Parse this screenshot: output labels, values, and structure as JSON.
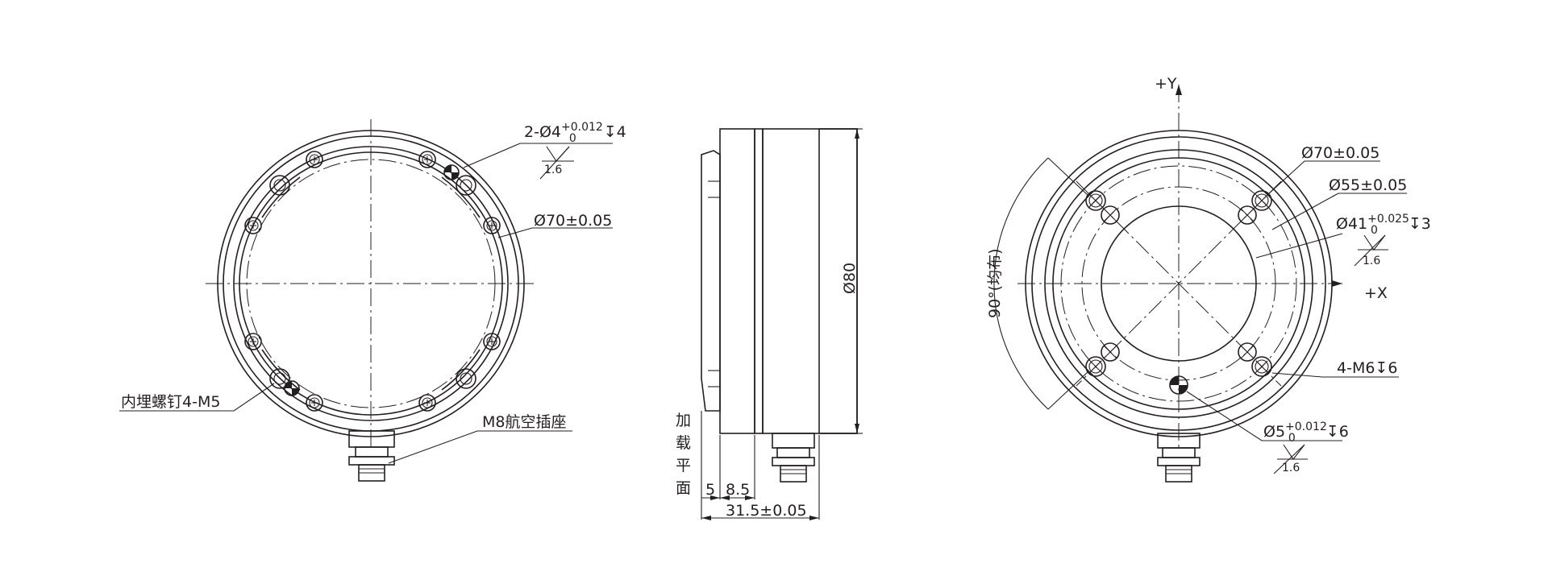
{
  "left_view": {
    "hole_callout": {
      "main": "2-Ø4",
      "tol_upper": "+0.012",
      "tol_lower": "0",
      "depth": "↧4"
    },
    "roughness": "1.6",
    "pcd": "Ø70±0.05",
    "embedded_screw": "内埋螺钉4-M5",
    "connector": "M8航空插座"
  },
  "side_view": {
    "diameter": "Ø80",
    "load_plane": [
      "加",
      "载",
      "平",
      "面"
    ],
    "dim_a": "5",
    "dim_b": "8.5",
    "total": "31.5±0.05"
  },
  "right_view": {
    "axis_y": "+Y",
    "axis_x": "+X",
    "pcd_outer": "Ø70±0.05",
    "pcd_inner": "Ø55±0.05",
    "recess": {
      "main": "Ø41",
      "tol_upper": "+0.025",
      "tol_lower": "0",
      "depth": "↧3"
    },
    "roughness_1": "1.6",
    "holes": "4-M6↧6",
    "pin": {
      "main": "Ø5",
      "tol_upper": "+0.012",
      "tol_lower": "0",
      "depth": "↧6"
    },
    "roughness_2": "1.6",
    "angle": "90°(均布)"
  }
}
